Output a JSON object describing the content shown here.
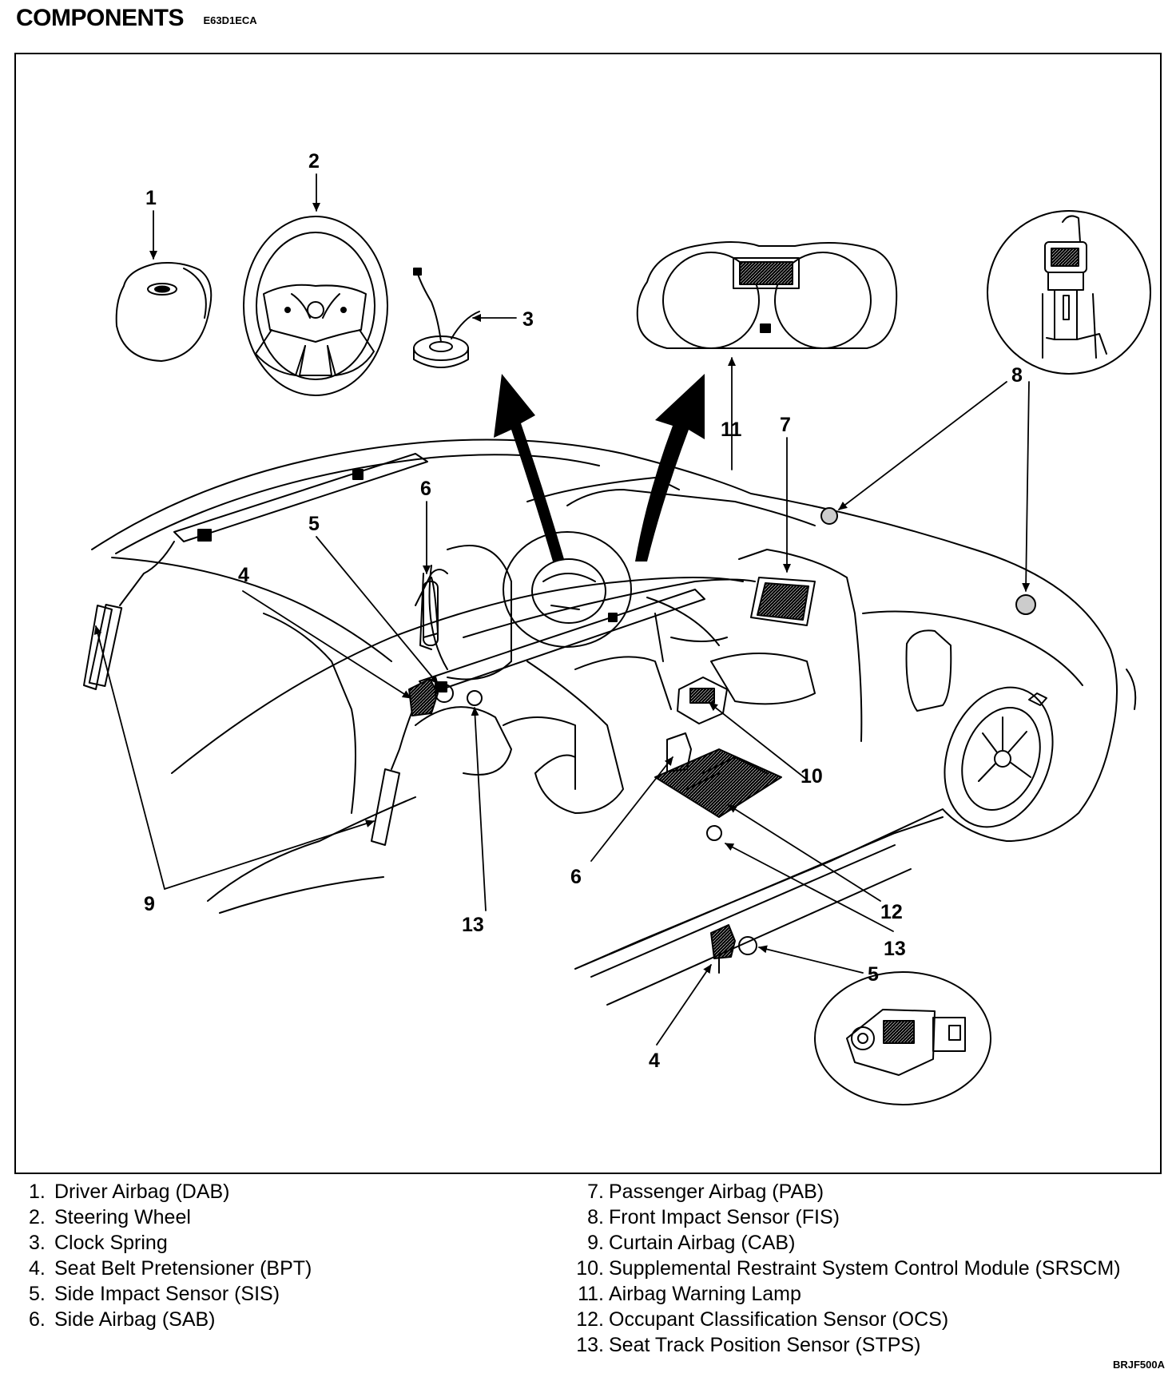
{
  "header": {
    "title": "COMPONENTS",
    "code": "E63D1ECA"
  },
  "figure_code": "BRJF500A",
  "callouts": {
    "c1": "1",
    "c2": "2",
    "c3": "3",
    "c4a": "4",
    "c4b": "4",
    "c5a": "5",
    "c5b": "5",
    "c6a": "6",
    "c6b": "6",
    "c7": "7",
    "c8": "8",
    "c9": "9",
    "c10": "10",
    "c11": "11",
    "c12": "12",
    "c13a": "13",
    "c13b": "13"
  },
  "legend_left": [
    {
      "num": "1.",
      "label": "Driver Airbag (DAB)"
    },
    {
      "num": "2.",
      "label": "Steering Wheel"
    },
    {
      "num": "3.",
      "label": "Clock Spring"
    },
    {
      "num": "4.",
      "label": "Seat Belt Pretensioner (BPT)"
    },
    {
      "num": "5.",
      "label": "Side Impact Sensor (SIS)"
    },
    {
      "num": "6.",
      "label": "Side Airbag (SAB)"
    }
  ],
  "legend_right": [
    {
      "num": "7.",
      "label": "Passenger Airbag (PAB)"
    },
    {
      "num": "8.",
      "label": "Front Impact Sensor (FIS)"
    },
    {
      "num": "9.",
      "label": "Curtain Airbag (CAB)"
    },
    {
      "num": "10.",
      "label": "Supplemental Restraint System Control Module (SRSCM)"
    },
    {
      "num": "11.",
      "label": "Airbag Warning Lamp"
    },
    {
      "num": "12.",
      "label": "Occupant Classification Sensor (OCS)"
    },
    {
      "num": "13.",
      "label": "Seat Track Position Sensor (STPS)"
    }
  ]
}
